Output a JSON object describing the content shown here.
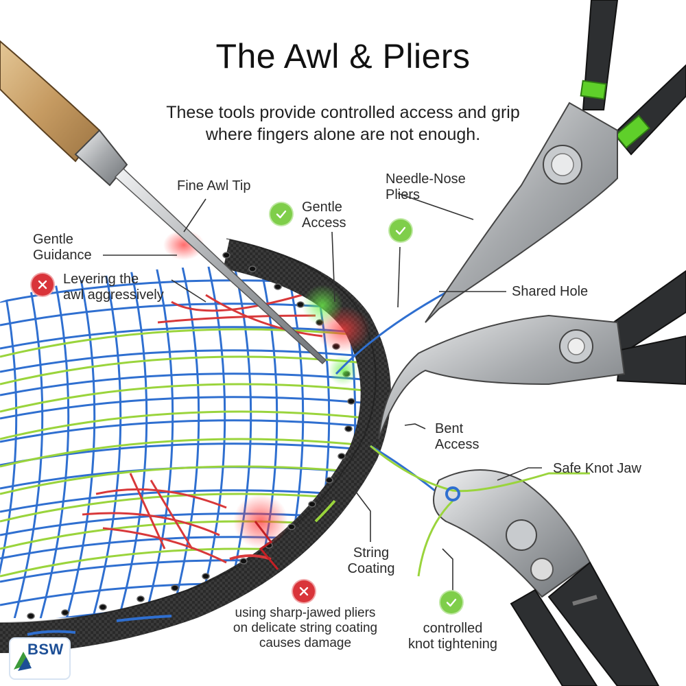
{
  "title": "The Awl & Pliers",
  "subtitle_lines": [
    "These tools provide controlled access and grip",
    "where fingers alone are not enough."
  ],
  "labels": {
    "fine_awl_tip": "Fine Awl Tip",
    "gentle_guidance": [
      "Gentle",
      "Guidance"
    ],
    "levering": [
      "Levering the",
      "awl aggressively"
    ],
    "gentle_access": [
      "Gentle",
      "Access"
    ],
    "needle_nose": [
      "Needle-Nose",
      "Pliers"
    ],
    "shared_hole": "Shared Hole",
    "bent_access": [
      "Bent",
      "Access"
    ],
    "safe_knot_jaw": "Safe Knot Jaw",
    "string_coating": [
      "String",
      "Coating"
    ],
    "sharp_jawed": [
      "using sharp-jawed pliers",
      "on delicate string coating",
      "causes damage"
    ],
    "controlled_knot": [
      "controlled",
      "knot tightening"
    ]
  },
  "badges": {
    "good": "check-icon",
    "bad": "cross-icon"
  },
  "logo": {
    "text": "BSW"
  },
  "colors": {
    "good": "#7fce4a",
    "bad": "#d9343a",
    "string_blue": "#2f6fd0",
    "string_green": "#9ad43c",
    "string_red": "#d8383a",
    "frame": "#2b2b2b",
    "pliers_grip": "#2d2f31",
    "grip_band": "#5fcf2a"
  }
}
